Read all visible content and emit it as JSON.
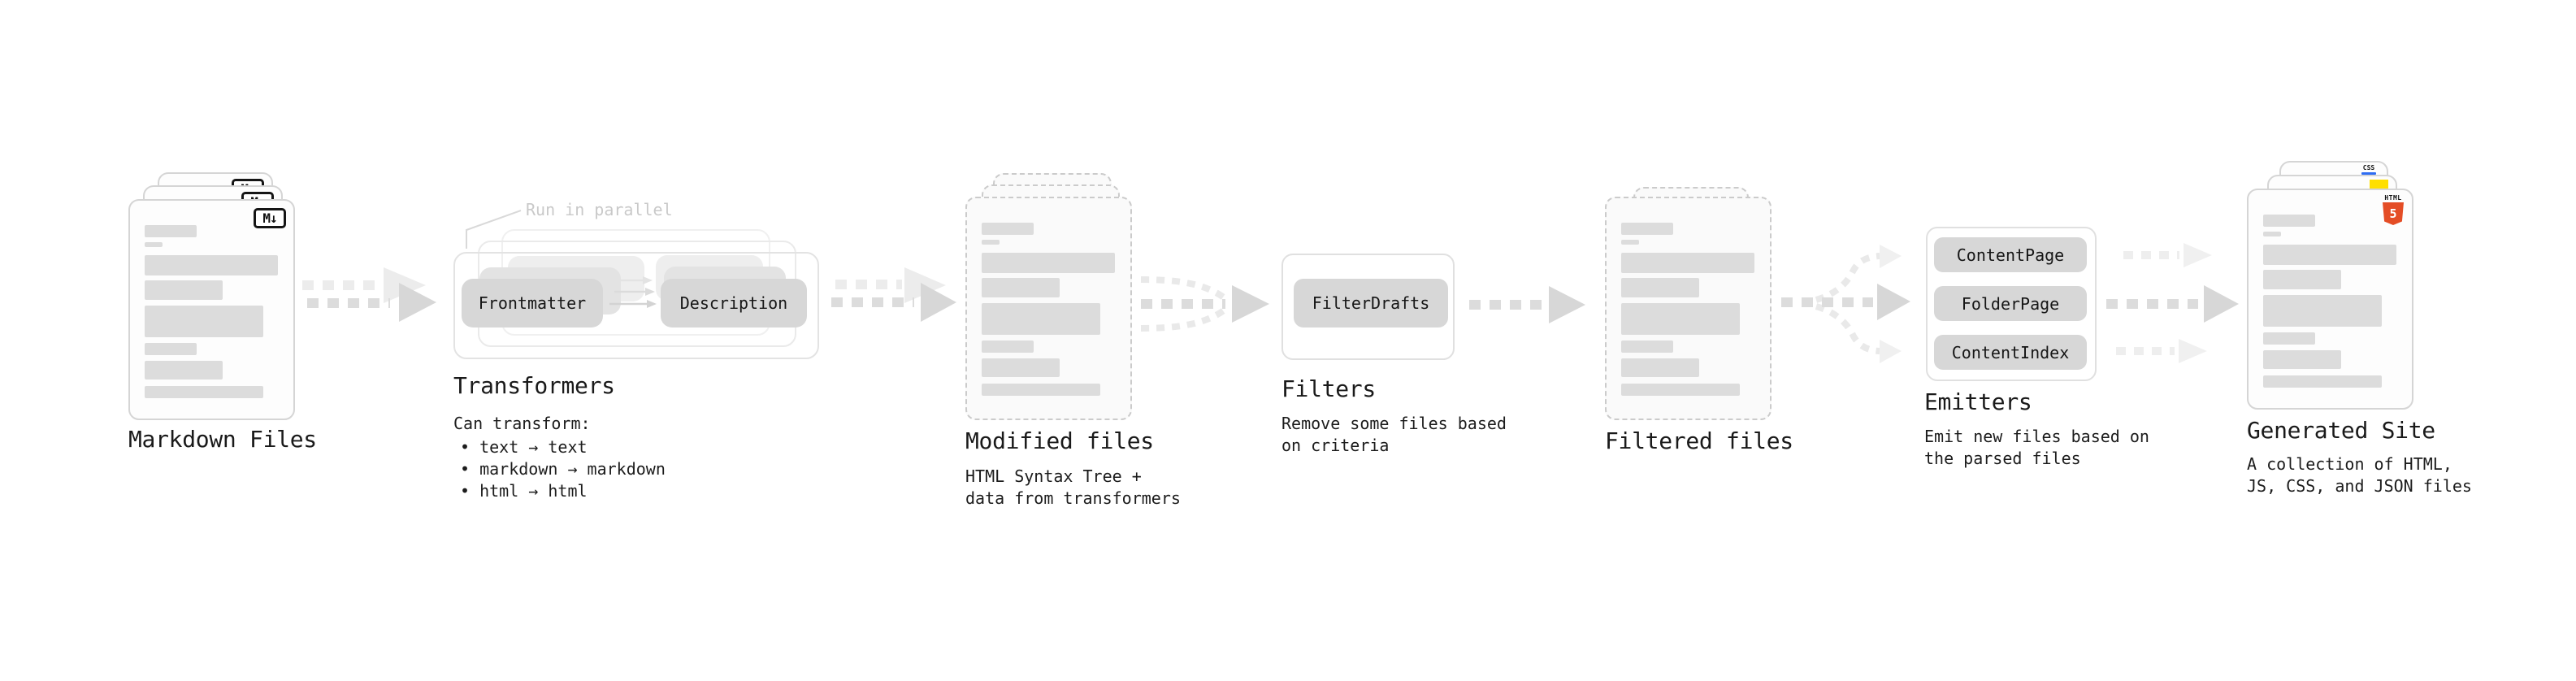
{
  "annotation": {
    "run_in_parallel": "Run in parallel"
  },
  "stages": {
    "markdown_files": {
      "label": "Markdown Files",
      "file_badge": "M↓"
    },
    "transformers": {
      "label": "Transformers",
      "pills": [
        "Frontmatter",
        "Description"
      ],
      "description_intro": "Can transform:",
      "bullets": [
        "text → text",
        "markdown → markdown",
        "html → html"
      ]
    },
    "modified_files": {
      "label": "Modified files",
      "description_lines": [
        "HTML Syntax Tree +",
        "data from transformers"
      ]
    },
    "filters": {
      "label": "Filters",
      "pills": [
        "FilterDrafts"
      ],
      "description_lines": [
        "Remove some files based",
        "on criteria"
      ]
    },
    "filtered_files": {
      "label": "Filtered files"
    },
    "emitters": {
      "label": "Emitters",
      "pills": [
        "ContentPage",
        "FolderPage",
        "ContentIndex"
      ],
      "description_lines": [
        "Emit new files based on",
        "the parsed files"
      ]
    },
    "generated_site": {
      "label": "Generated Site",
      "description_lines": [
        "A collection of HTML,",
        "JS, CSS, and JSON files"
      ],
      "badges": {
        "html_label": "HTML",
        "html_number": "5",
        "css_label": "CSS"
      }
    }
  },
  "colors": {
    "html5_orange": "#e44d26",
    "js_yellow": "#ffdf00",
    "css_blue": "#2f6df2",
    "pill_fill": "#d7d7d7",
    "bar_fill": "#dcdcdc",
    "arrow_gray": "#dcdcdc",
    "annotation_gray": "#c9c9c9",
    "text_dark": "#1a1a1a"
  }
}
